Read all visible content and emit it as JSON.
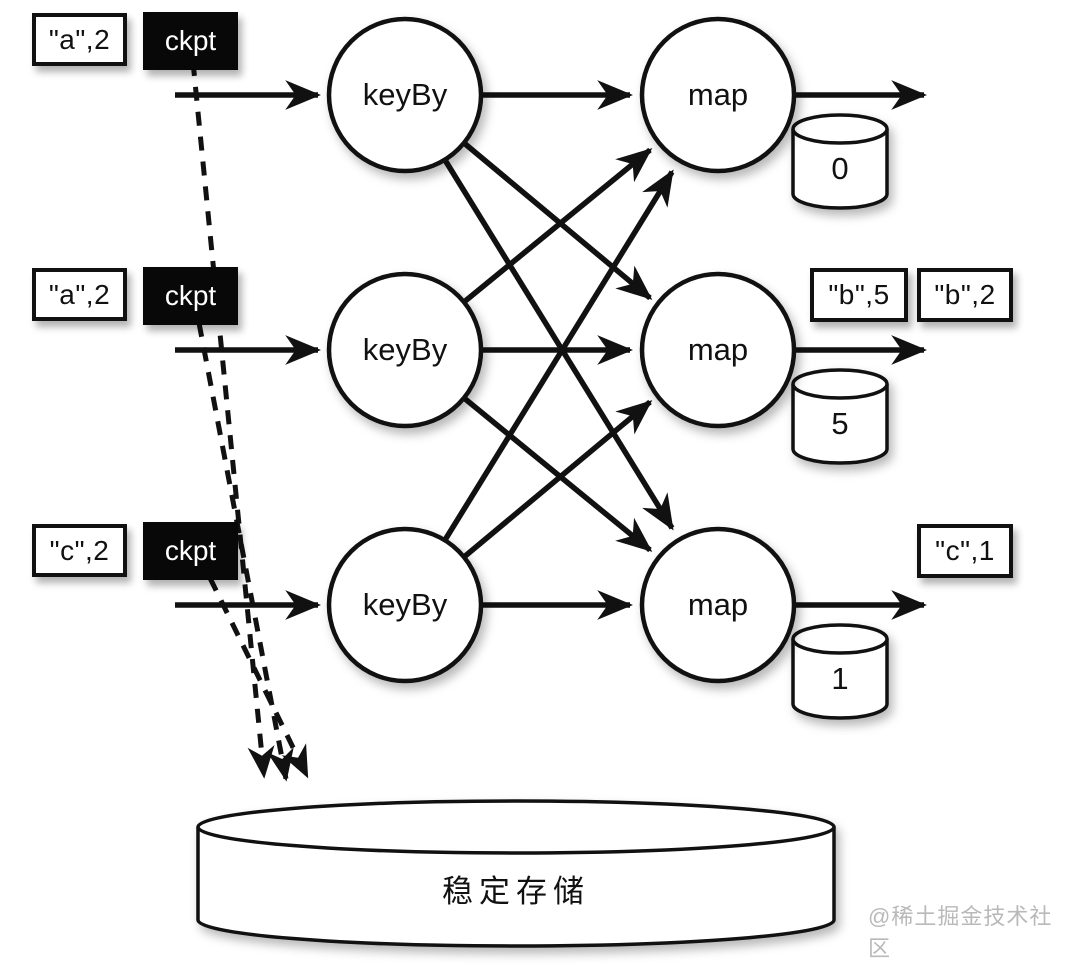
{
  "diagram_title": "stream-checkpoint-dataflow",
  "colors": {
    "ink": "#111111",
    "ckpt_background": "#080808",
    "ckpt_text": "#ffffff",
    "box_background": "#ffffff",
    "watermark": "#b9b9b9"
  },
  "rows": [
    {
      "input_record": "\"a\",2",
      "checkpoint_label": "ckpt",
      "keyby_label": "keyBy",
      "map_label": "map",
      "state_value": "0",
      "outputs": []
    },
    {
      "input_record": "\"a\",2",
      "checkpoint_label": "ckpt",
      "keyby_label": "keyBy",
      "map_label": "map",
      "state_value": "5",
      "outputs": [
        "\"b\",5",
        "\"b\",2"
      ]
    },
    {
      "input_record": "\"c\",2",
      "checkpoint_label": "ckpt",
      "keyby_label": "keyBy",
      "map_label": "map",
      "state_value": "1",
      "outputs": [
        "\"c\",1"
      ]
    }
  ],
  "storage": {
    "label": "稳定存储"
  },
  "watermark": "@稀土掘金技术社区"
}
